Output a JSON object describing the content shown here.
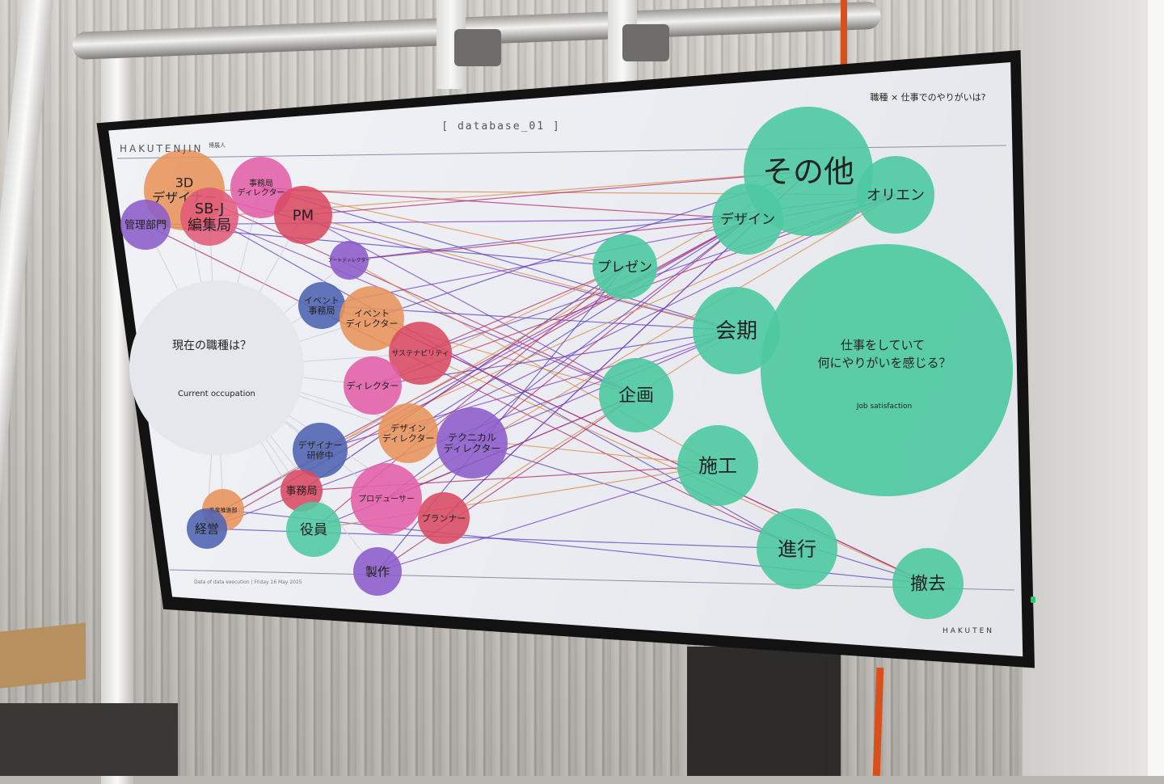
{
  "screen": {
    "header_title": "[ database_01 ]",
    "brand": "HAKUTENJIN",
    "brand_sub": "博展人",
    "question_top_right": "職種 × 仕事でのやりがいは?",
    "footer_text": "Data of data execution | Friday 16 May 2025",
    "footer_brand": "HAKUTEN"
  },
  "left_hub": {
    "title": "現在の職種は？",
    "subtitle": "Current occupation"
  },
  "right_hub": {
    "title_line1": "仕事をしていて",
    "title_line2": "何にやりがいを感じる？",
    "subtitle": "Job satisfaction"
  },
  "occupations": [
    {
      "label": "3D\nデザイナー",
      "color": "#e8935a"
    },
    {
      "label": "事務局\nディレクター",
      "color": "#e35fa8"
    },
    {
      "label": "SB-J\n編集局",
      "color": "#e25a7a"
    },
    {
      "label": "管理部門",
      "color": "#8b5cc9"
    },
    {
      "label": "PM",
      "color": "#d94a62"
    },
    {
      "label": "アートディレクター",
      "color": "#8b5cc9"
    },
    {
      "label": "イベント\n事務局",
      "color": "#4e63b0"
    },
    {
      "label": "イベント\nディレクター",
      "color": "#e8935a"
    },
    {
      "label": "サステナビリティ",
      "color": "#d94a62"
    },
    {
      "label": "ディレクター",
      "color": "#e35fa8"
    },
    {
      "label": "デザイン\nディレクター",
      "color": "#e8935a"
    },
    {
      "label": "テクニカル\nディレクター",
      "color": "#8b5cc9"
    },
    {
      "label": "デザイナー\n研修中",
      "color": "#4e63b0"
    },
    {
      "label": "事務局",
      "color": "#d94a62"
    },
    {
      "label": "事業推進部",
      "color": "#e8935a"
    },
    {
      "label": "経営",
      "color": "#4e63b0"
    },
    {
      "label": "役員",
      "color": "#4ec9a0"
    },
    {
      "label": "プロデューサー",
      "color": "#e35fa8"
    },
    {
      "label": "プランナー",
      "color": "#d94a62"
    },
    {
      "label": "製作",
      "color": "#8b5cc9"
    }
  ],
  "satisfactions": [
    {
      "label": "その他"
    },
    {
      "label": "オリエン"
    },
    {
      "label": "デザイン"
    },
    {
      "label": "プレゼン"
    },
    {
      "label": "会期"
    },
    {
      "label": "企画"
    },
    {
      "label": "施工"
    },
    {
      "label": "進行"
    },
    {
      "label": "撤去"
    }
  ],
  "colors": {
    "teal": "#4ec9a0",
    "line_purple": "#7a3fbf",
    "line_magenta": "#b02a6a",
    "line_orange": "#d98a4a"
  }
}
